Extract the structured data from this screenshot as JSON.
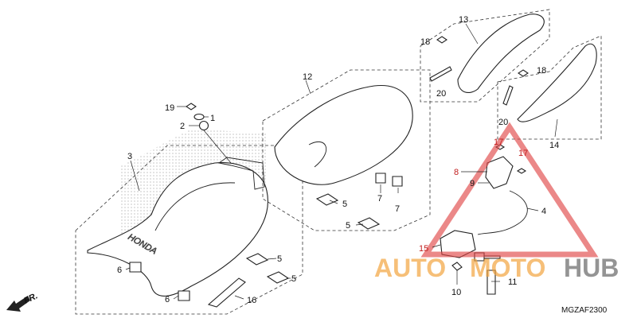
{
  "callouts": {
    "c1": "1",
    "c2": "2",
    "c3": "3",
    "c4": "4",
    "c5a": "5",
    "c5b": "5",
    "c5c": "5",
    "c5d": "5",
    "c6a": "6",
    "c6b": "6",
    "c7a": "7",
    "c7b": "7",
    "c8": "8",
    "c9": "9",
    "c10": "10",
    "c11": "11",
    "c12": "12",
    "c13": "13",
    "c14": "14",
    "c15": "15",
    "c16": "16",
    "c17a": "17",
    "c17b": "17",
    "c18a": "18",
    "c18b": "18",
    "c19": "19",
    "c20a": "20",
    "c20b": "20"
  },
  "front_arrow_label": "FR.",
  "diagram_code": "MGZAF2300",
  "watermark": {
    "text_left": "AUTO",
    "text_mid": "MOTO",
    "text_right": "HUB"
  },
  "seat_brand": "HONDA",
  "colors": {
    "watermark_red": "#e04545",
    "watermark_orange": "#f2a23a",
    "watermark_gray": "#6b6b6b",
    "line": "#222222"
  }
}
